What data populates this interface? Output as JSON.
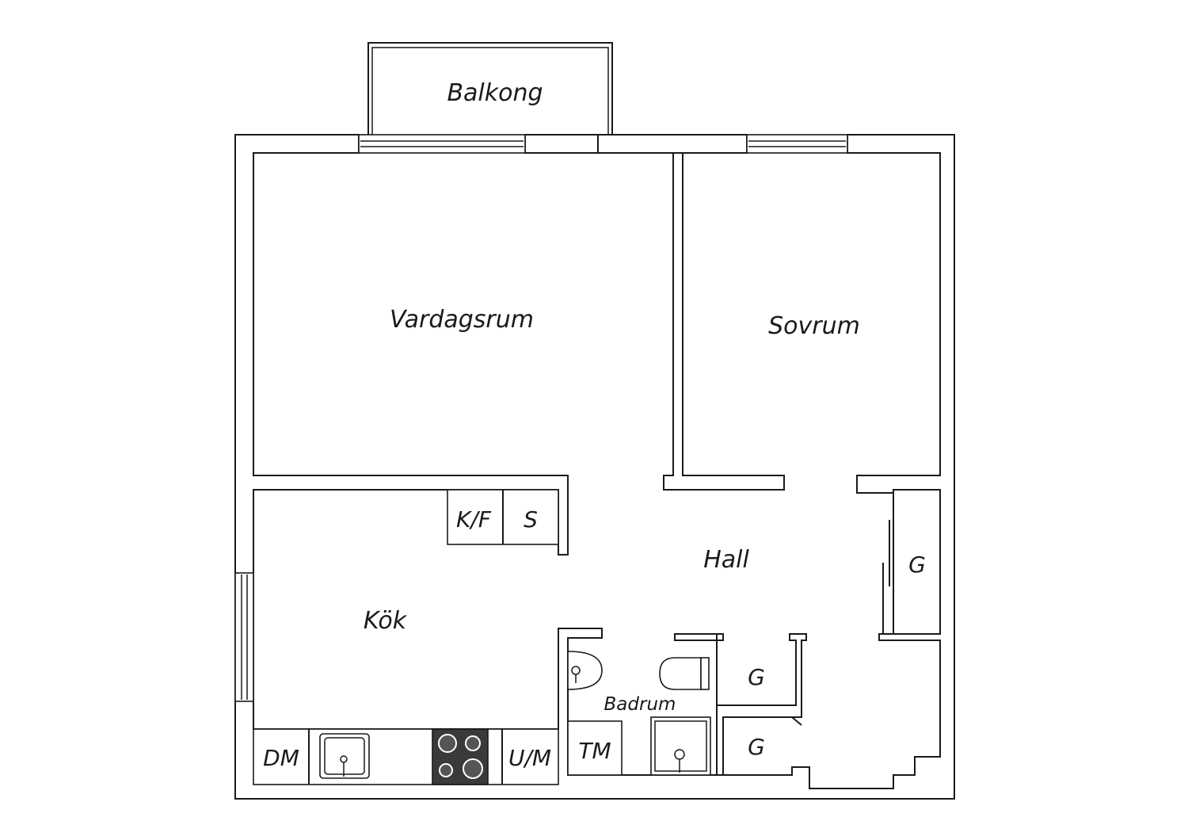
{
  "rooms": {
    "balcony": "Balkong",
    "living_room": "Vardagsrum",
    "bedroom": "Sovrum",
    "hall": "Hall",
    "kitchen": "Kök",
    "bathroom": "Badrum"
  },
  "fixtures": {
    "fridge_freezer": "K/F",
    "storage": "S",
    "wardrobe_hall": "G",
    "wardrobe_bath_1": "G",
    "wardrobe_bath_2": "G",
    "dishwasher": "DM",
    "oven_microwave": "U/M",
    "dryer": "TM"
  }
}
